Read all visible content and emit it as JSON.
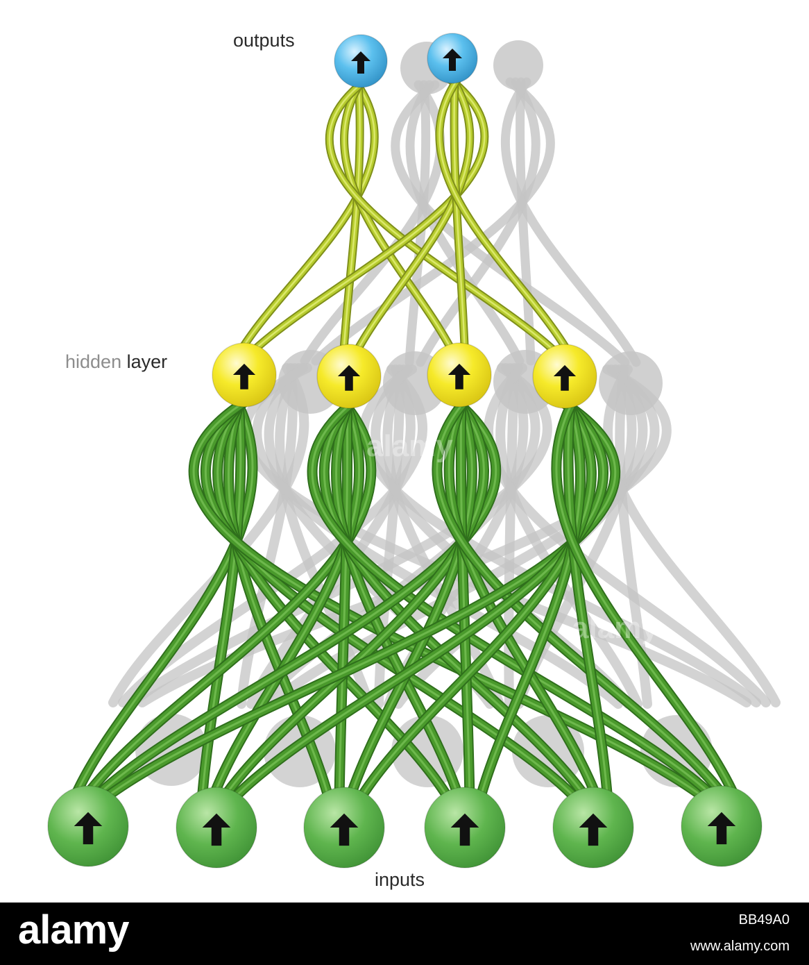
{
  "labels": {
    "outputs": "outputs",
    "hidden_faint": "hidden",
    "hidden_rest": " layer",
    "inputs": "inputs"
  },
  "network": {
    "layers": [
      {
        "name": "outputs",
        "nodes": 2,
        "color": "#49aee0"
      },
      {
        "name": "hidden layer",
        "nodes": 4,
        "color": "#f2e421"
      },
      {
        "name": "inputs",
        "nodes": 6,
        "color": "#4da845"
      }
    ],
    "connection_colors": {
      "output_hidden": "#b7cc2e",
      "hidden_input": "#4a9a2c",
      "shadow": "#c4c4c4"
    },
    "node_symbol": "up-arrow-icon"
  },
  "footer": {
    "logo": "alamy",
    "image_id": "BB49A0",
    "url": "www.alamy.com"
  },
  "watermark": "alamy"
}
